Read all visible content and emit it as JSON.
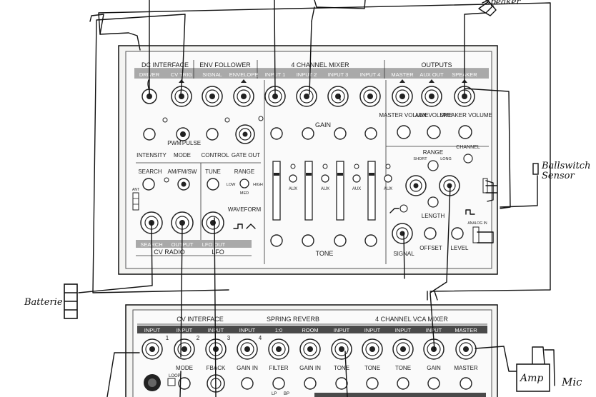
{
  "panel1": {
    "sections": {
      "dc_interface": "DC INTERFACE",
      "env_follower": "ENV FOLLOWER",
      "mixer": "4 CHANNEL MIXER",
      "outputs": "OUTPUTS",
      "cv_radio": "CV RADIO",
      "lfo": "LFO"
    },
    "top_jacks": [
      "DRIVER",
      "CV TRIG",
      "SIGNAL",
      "ENVELOPE",
      "INPUT 1",
      "INPUT 2",
      "INPUT 3",
      "INPUT 4",
      "MASTER",
      "AUX OUT",
      "SPEAKER"
    ],
    "labels": {
      "intensity": "INTENSITY",
      "mode": "MODE",
      "pwm": "PWM",
      "pulse": "PULSE",
      "control": "CONTROL",
      "gate_out": "GATE OUT",
      "gain": "GAIN",
      "master_volume": "MASTER VOLUME",
      "aux_volume": "AUX VOLUME",
      "speaker_volume": "SPEAKER VOLUME",
      "search": "SEARCH",
      "amfmsw": "AM/FM/SW",
      "tune": "TUNE",
      "range": "RANGE",
      "low": "LOW",
      "high": "HIGH",
      "med": "MED",
      "waveform": "WAVEFORM",
      "aux": "AUX",
      "tone": "TONE",
      "range2": "RANGE",
      "short": "SHORT",
      "long": "LONG",
      "channel": "CHANNEL",
      "length": "LENGTH",
      "signal": "SIGNAL",
      "offset": "OFFSET",
      "level": "LEVEL",
      "analog_in": "ANALOG IN",
      "search_out": "SEARCH",
      "output": "OUTPUT",
      "lfo_out": "LFO OUT",
      "amt": "ANT"
    }
  },
  "panel2": {
    "sections": {
      "cv_interface": "CV INTERFACE",
      "spring_reverb": "SPRING REVERB",
      "vca_mixer": "4 CHANNEL VCA MIXER"
    },
    "top_jacks": [
      "INPUT",
      "INPUT",
      "INPUT",
      "INPUT",
      "1:0",
      "ROOM",
      "INPUT",
      "INPUT",
      "INPUT",
      "INPUT",
      "MASTER"
    ],
    "numbers": [
      "1",
      "2",
      "3",
      "4"
    ],
    "labels": [
      "MODE",
      "FBACK",
      "GAIN IN",
      "FILTER",
      "GAIN IN",
      "TONE",
      "TONE",
      "TONE",
      "GAIN",
      "MASTER"
    ],
    "loop": "LOOP",
    "lp": "LP",
    "bp": "BP"
  },
  "annotations": {
    "speaker": "Speaker",
    "ballswitch": "Ballswitch",
    "sensor": "Sensor",
    "batterie": "Batterie",
    "amp": "Amp",
    "mic": "Mic"
  }
}
